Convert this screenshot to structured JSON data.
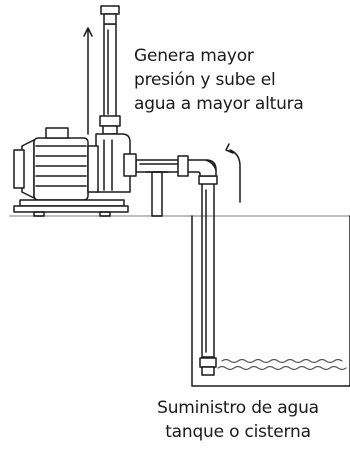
{
  "labels": {
    "pump_caption": [
      "Genera mayor",
      "presión y sube el",
      "agua a mayor altura"
    ],
    "supply_caption": [
      "Suministro de agua",
      "tanque o cisterna"
    ]
  },
  "colors": {
    "stroke": "#1a1a1a",
    "floor": "#bdbdbd",
    "water": "#555555"
  }
}
